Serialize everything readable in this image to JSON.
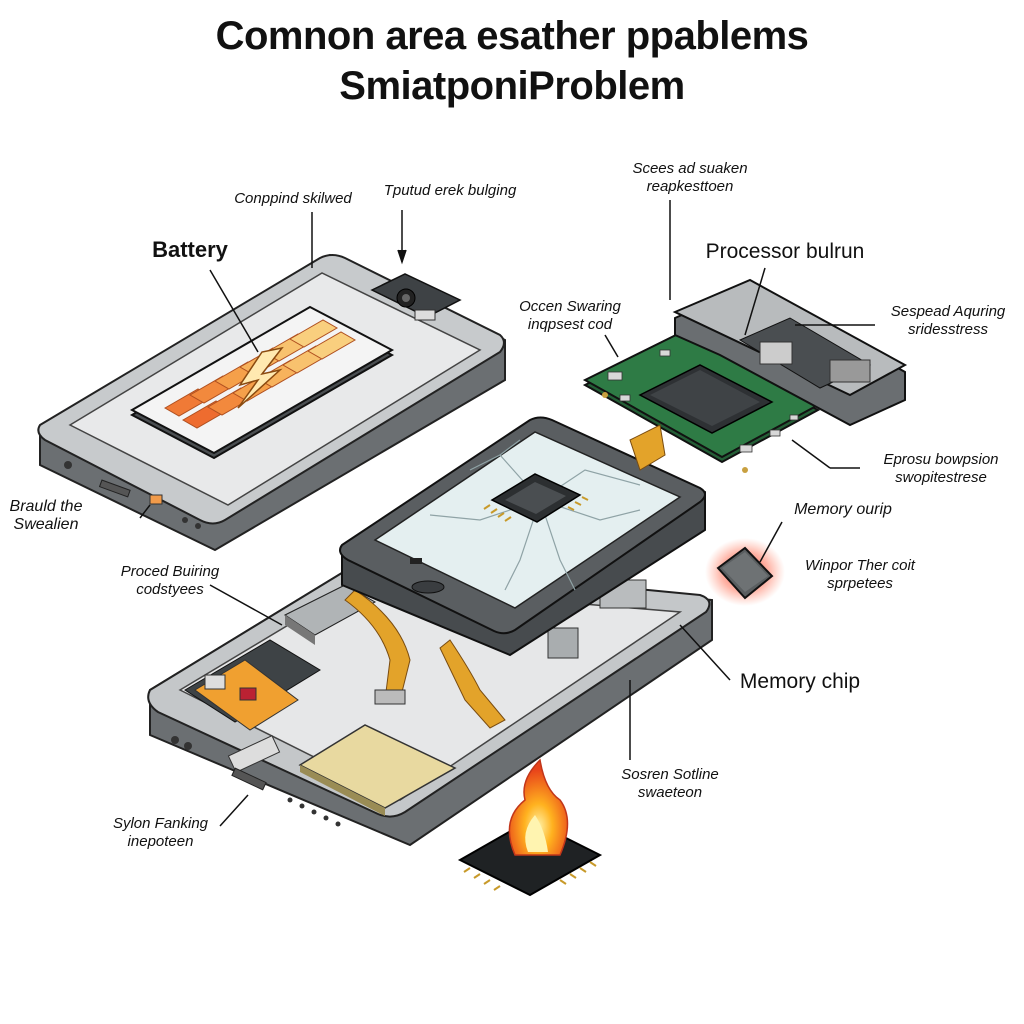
{
  "title": {
    "line1": "Comnon  area  esather ppablems",
    "line2": "SmiatponiProblem"
  },
  "labels": {
    "compound": "Conppind skilwed",
    "bulging": "Tputud erek bulging",
    "battery": "Battery",
    "scenes_1": "Scees ad suaken",
    "scenes_2": "reapkesttoen",
    "processor": "Processor bulrun",
    "ocean_1": "Occen Swaring",
    "ocean_2": "inqpsest cod",
    "sespead_1": "Sespead Aquring",
    "sespead_2": "sridesstress",
    "brauld_1": "Brauld the",
    "brauld_2": "Swealien",
    "eprosu_1": "Eprosu bowpsion",
    "eprosu_2": "swopitestrese",
    "memory_top": "Memory ourip",
    "winpor_1": "Winpor Ther coit",
    "winpor_2": "sprpetees",
    "proced_1": "Proced Buiring",
    "proced_2": "codstyees",
    "memory_chip": "Memory chip",
    "sosren_1": "Sosren Sotline",
    "sosren_2": "swaeteon",
    "sylon_1": "Sylon Fanking",
    "sylon_2": "inepoteen"
  },
  "colors": {
    "frame": "#8e9396",
    "frame_dark": "#5d6164",
    "screen": "#e4eff0",
    "pcb": "#2e7b45",
    "flex": "#e3a32a",
    "battery_hot": "#f07a36",
    "battery_warm": "#f7b25c",
    "glow": "#f2382b",
    "flame": "#f26a1b"
  },
  "icons": [
    "battery-icon",
    "lightning-icon",
    "processor-chip-icon",
    "memory-chip-icon",
    "flame-icon",
    "camera-icon",
    "crack-icon"
  ]
}
